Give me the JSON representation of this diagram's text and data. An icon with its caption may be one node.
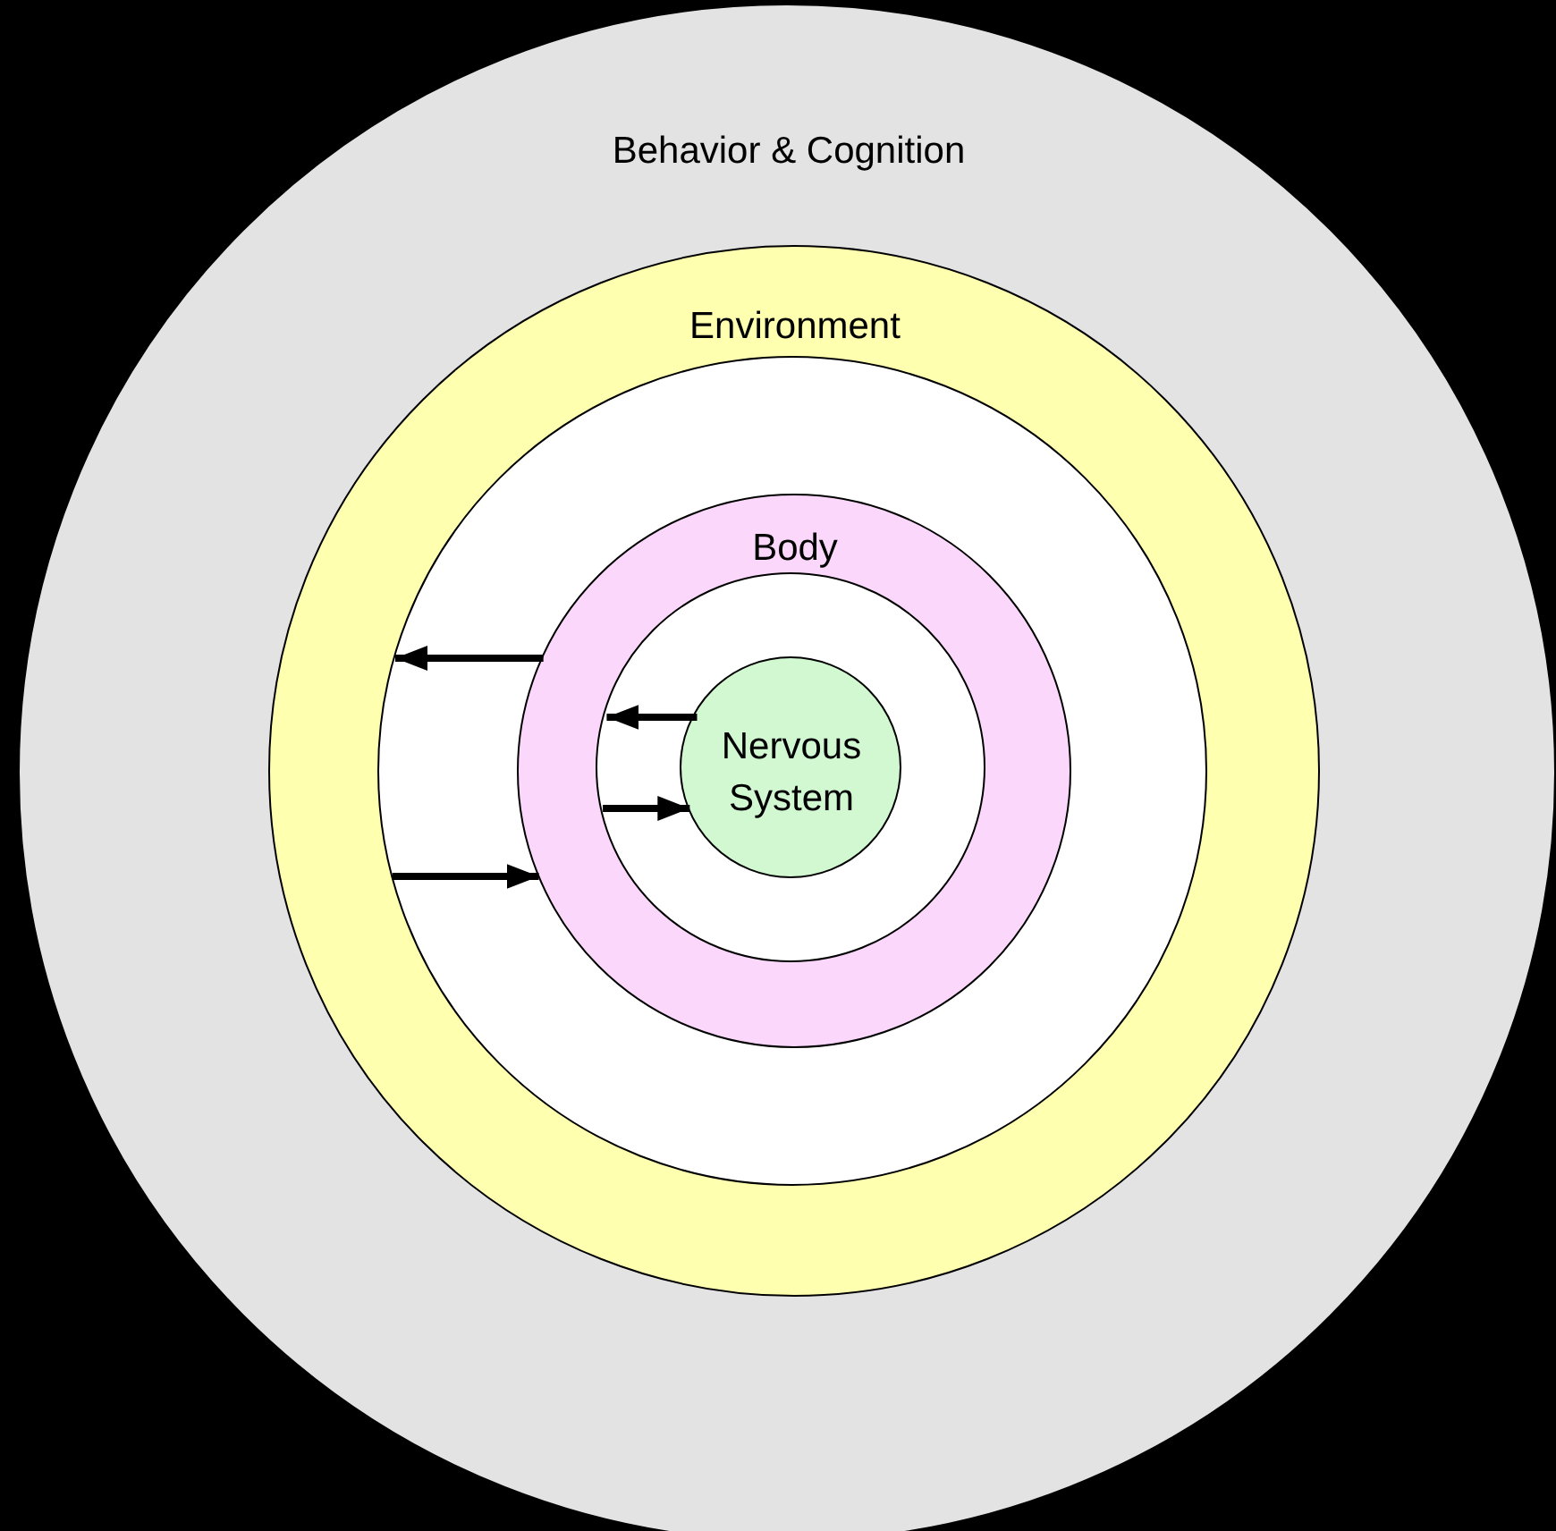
{
  "diagram": {
    "nodes": [
      {
        "text": [
          "Behavior & Cognition"
        ]
      },
      {
        "text": [
          "Environment"
        ],
        "in": 0
      },
      {
        "text": [],
        "shape": "circle",
        "in": 1
      },
      {
        "text": [
          "Body"
        ],
        "in": 2
      },
      {
        "text": [],
        "shape": "circle",
        "in": 3
      },
      {
        "text": [
          "Nervous System"
        ],
        "in": 4
      }
    ],
    "edges": [
      {
        "from": 3,
        "to": 2,
        "arrow": "to"
      },
      {
        "from": 2,
        "to": 3,
        "arrow": "to"
      },
      {
        "from": 5,
        "to": 4,
        "arrow": "to"
      },
      {
        "from": 4,
        "to": 5,
        "arrow": "to"
      }
    ]
  }
}
